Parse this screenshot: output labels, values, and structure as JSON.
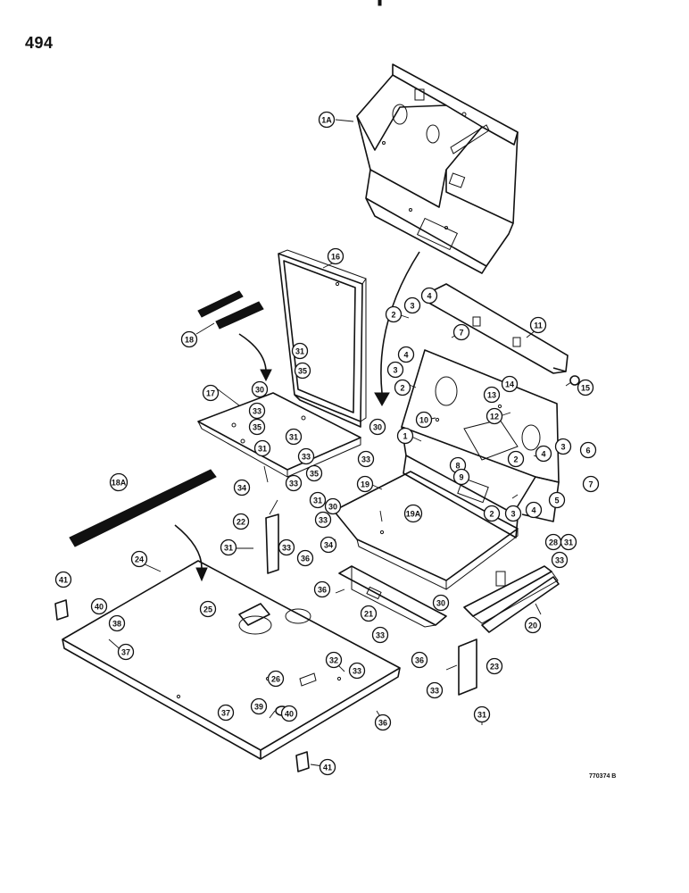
{
  "page_number": "494",
  "drawing_number": "770374 B",
  "callouts": [
    {
      "id": "c1A",
      "label": "1A"
    },
    {
      "id": "c16",
      "label": "16"
    },
    {
      "id": "c18",
      "label": "18"
    },
    {
      "id": "c2a",
      "label": "2"
    },
    {
      "id": "c3a",
      "label": "3"
    },
    {
      "id": "c4a",
      "label": "4"
    },
    {
      "id": "c7a",
      "label": "7"
    },
    {
      "id": "c11",
      "label": "11"
    },
    {
      "id": "c4b",
      "label": "4"
    },
    {
      "id": "c3b",
      "label": "3"
    },
    {
      "id": "c2b",
      "label": "2"
    },
    {
      "id": "c14",
      "label": "14"
    },
    {
      "id": "c15",
      "label": "15"
    },
    {
      "id": "c13",
      "label": "13"
    },
    {
      "id": "c10",
      "label": "10"
    },
    {
      "id": "c12",
      "label": "12"
    },
    {
      "id": "c31a",
      "label": "31"
    },
    {
      "id": "c35a",
      "label": "35"
    },
    {
      "id": "c17",
      "label": "17"
    },
    {
      "id": "c30a",
      "label": "30"
    },
    {
      "id": "c33a",
      "label": "33"
    },
    {
      "id": "c35b",
      "label": "35"
    },
    {
      "id": "c31b",
      "label": "31"
    },
    {
      "id": "c33b",
      "label": "33"
    },
    {
      "id": "c35c",
      "label": "35"
    },
    {
      "id": "c30b",
      "label": "30"
    },
    {
      "id": "c1",
      "label": "1"
    },
    {
      "id": "c33c",
      "label": "33"
    },
    {
      "id": "c3c",
      "label": "3"
    },
    {
      "id": "c6",
      "label": "6"
    },
    {
      "id": "c4c",
      "label": "4"
    },
    {
      "id": "c2c",
      "label": "2"
    },
    {
      "id": "c7b",
      "label": "7"
    },
    {
      "id": "c8",
      "label": "8"
    },
    {
      "id": "c9",
      "label": "9"
    },
    {
      "id": "c5",
      "label": "5"
    },
    {
      "id": "c2d",
      "label": "2"
    },
    {
      "id": "c3d",
      "label": "3"
    },
    {
      "id": "c4d",
      "label": "4"
    },
    {
      "id": "c31c",
      "label": "31"
    },
    {
      "id": "c33d",
      "label": "33"
    },
    {
      "id": "c34a",
      "label": "34"
    },
    {
      "id": "c18A",
      "label": "18A"
    },
    {
      "id": "c19",
      "label": "19"
    },
    {
      "id": "c31d",
      "label": "31"
    },
    {
      "id": "c30c",
      "label": "30"
    },
    {
      "id": "c33e",
      "label": "33"
    },
    {
      "id": "c19A",
      "label": "19A"
    },
    {
      "id": "c22",
      "label": "22"
    },
    {
      "id": "c34b",
      "label": "34"
    },
    {
      "id": "c28",
      "label": "28"
    },
    {
      "id": "c31e",
      "label": "31"
    },
    {
      "id": "c33f",
      "label": "33"
    },
    {
      "id": "c31f",
      "label": "31"
    },
    {
      "id": "c33g",
      "label": "33"
    },
    {
      "id": "c36a",
      "label": "36"
    },
    {
      "id": "c24",
      "label": "24"
    },
    {
      "id": "c41a",
      "label": "41"
    },
    {
      "id": "c36b",
      "label": "36"
    },
    {
      "id": "c40a",
      "label": "40"
    },
    {
      "id": "c25",
      "label": "25"
    },
    {
      "id": "c38",
      "label": "38"
    },
    {
      "id": "c37a",
      "label": "37"
    },
    {
      "id": "c30d",
      "label": "30"
    },
    {
      "id": "c21",
      "label": "21"
    },
    {
      "id": "c20",
      "label": "20"
    },
    {
      "id": "c33h",
      "label": "33"
    },
    {
      "id": "c36c",
      "label": "36"
    },
    {
      "id": "c23",
      "label": "23"
    },
    {
      "id": "c32",
      "label": "32"
    },
    {
      "id": "c33i",
      "label": "33"
    },
    {
      "id": "c26",
      "label": "26"
    },
    {
      "id": "c33j",
      "label": "33"
    },
    {
      "id": "c37b",
      "label": "37"
    },
    {
      "id": "c39",
      "label": "39"
    },
    {
      "id": "c40b",
      "label": "40"
    },
    {
      "id": "c36d",
      "label": "36"
    },
    {
      "id": "c31g",
      "label": "31"
    },
    {
      "id": "c41b",
      "label": "41"
    }
  ]
}
